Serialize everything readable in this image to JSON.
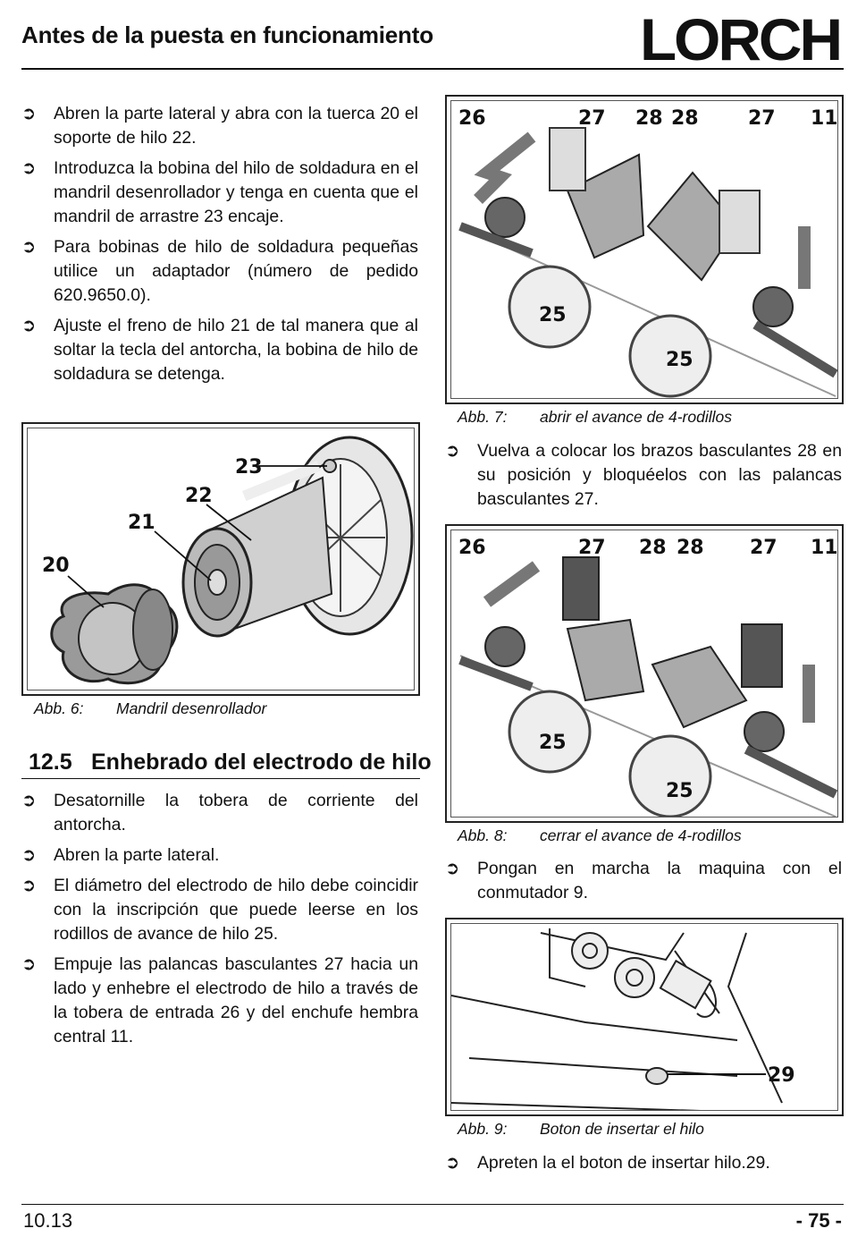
{
  "header": {
    "title": "Antes de la puesta en funcionamiento",
    "logo": "LORCH"
  },
  "left_column": {
    "bullets_top": [
      "Abren la parte lateral y  abra con la tuerca 20 el soporte de hilo 22.",
      "Introduzca la bobina del hilo de soldadura en el mandril desenrollador y tenga en cuenta que el mandril de arrastre 23 encaje.",
      "Para bobinas de hilo de soldadura pequeñas utilice un adaptador (número de pedido 620.9650.0).",
      "Ajuste el freno de hilo 21 de tal manera que al soltar la tecla del antorcha, la bobina de hilo de soldadura se detenga."
    ],
    "figure6": {
      "labels": [
        "20",
        "21",
        "22",
        "23"
      ],
      "caption_num": "Abb. 6:",
      "caption_text": "Mandril desenrollador"
    },
    "section": {
      "number": "12.5",
      "title": "Enhebrado del electrodo de hilo"
    },
    "bullets_bottom": [
      "Desatornille la tobera de corriente del antorcha.",
      "Abren la parte lateral.",
      "El diámetro del electrodo de hilo debe coincidir con la inscripción que puede leerse en los rodillos de avance de hilo 25.",
      "Empuje las palancas basculantes 27 hacia un lado y enhebre el electrodo de hilo a través de la tobera de entrada 26 y del enchufe hembra central 11."
    ]
  },
  "right_column": {
    "figure7": {
      "labels": [
        "26",
        "27",
        "28",
        "28",
        "27",
        "11",
        "25",
        "25"
      ],
      "caption_num": "Abb. 7:",
      "caption_text": "abrir el avance de 4-rodillos"
    },
    "bullet_after_fig7": "Vuelva a colocar los brazos basculantes 28 en su posición y bloquéelos con las palancas basculantes 27.",
    "figure8": {
      "labels": [
        "26",
        "27",
        "28",
        "28",
        "27",
        "11",
        "25",
        "25"
      ],
      "caption_num": "Abb. 8:",
      "caption_text": "cerrar el avance de 4-rodillos"
    },
    "bullet_after_fig8": "Pongan en marcha la maquina con el conmutador 9.",
    "figure9": {
      "labels": [
        "29"
      ],
      "caption_num": "Abb. 9:",
      "caption_text": "Boton de insertar el hilo"
    },
    "bullet_after_fig9": "Apreten la el boton de insertar hilo.29."
  },
  "footer": {
    "date": "10.13",
    "page": "- 75 -"
  },
  "bullet_glyph": "➔"
}
